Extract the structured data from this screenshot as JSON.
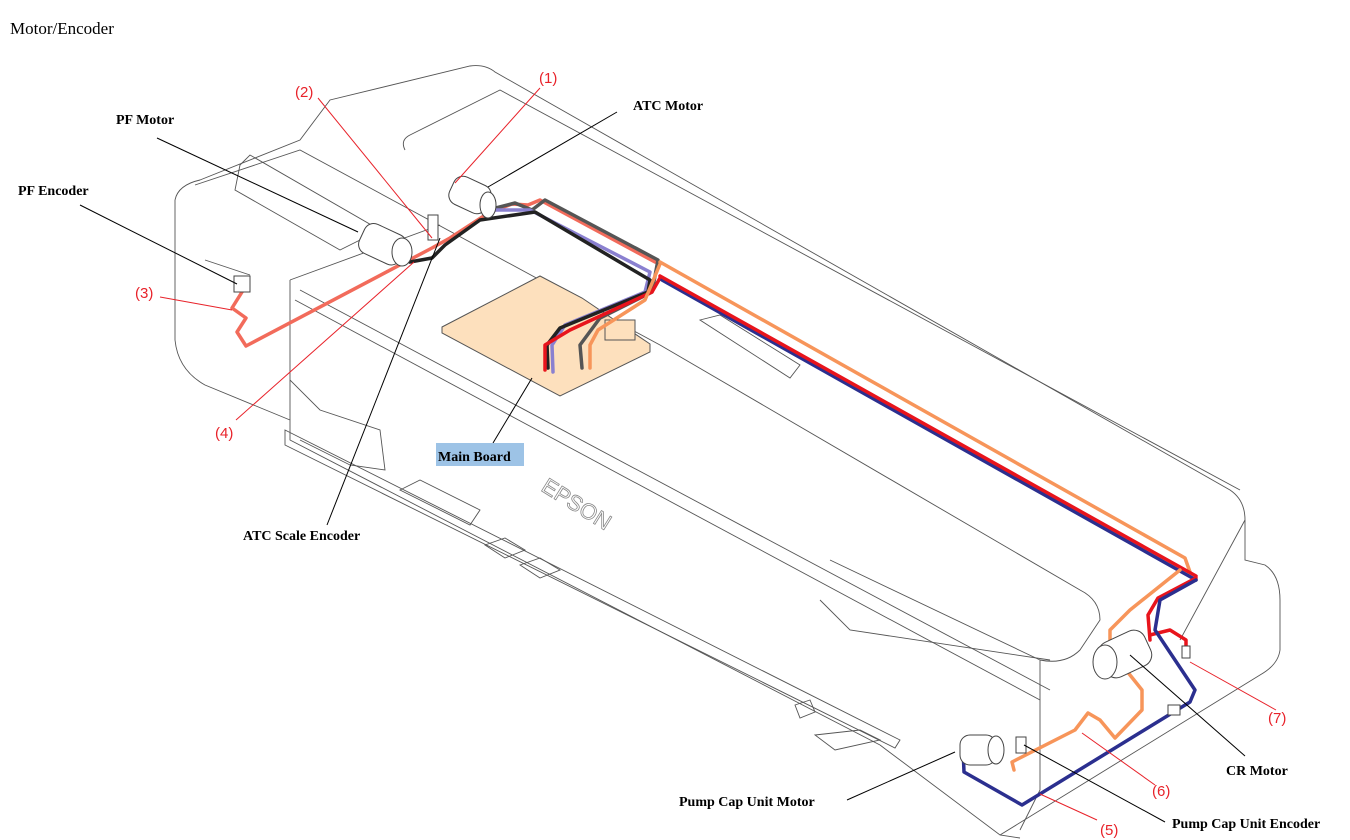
{
  "title": "Motor/Encoder",
  "labels": {
    "atc_motor": "ATC Motor",
    "pf_motor": "PF Motor",
    "pf_encoder": "PF Encoder",
    "main_board": "Main Board",
    "atc_scale_encoder": "ATC Scale Encoder",
    "cr_motor": "CR Motor",
    "pump_cap_unit_motor": "Pump Cap Unit Motor",
    "pump_cap_unit_encoder": "Pump Cap Unit Encoder",
    "brand": "EPSON"
  },
  "callouts": [
    "(1)",
    "(2)",
    "(3)",
    "(4)",
    "(5)",
    "(6)",
    "(7)"
  ],
  "colors": {
    "callout": "#e8222a",
    "cable_salmon": "#f26b5b",
    "cable_red": "#e8141c",
    "cable_navy": "#2b2f8f",
    "cable_orange": "#f7955a",
    "cable_purple": "#8a80d0",
    "cable_black": "#222222",
    "cable_gray": "#555555",
    "board": "#fde0bd",
    "main_board_highlight": "#9dc3e6"
  }
}
